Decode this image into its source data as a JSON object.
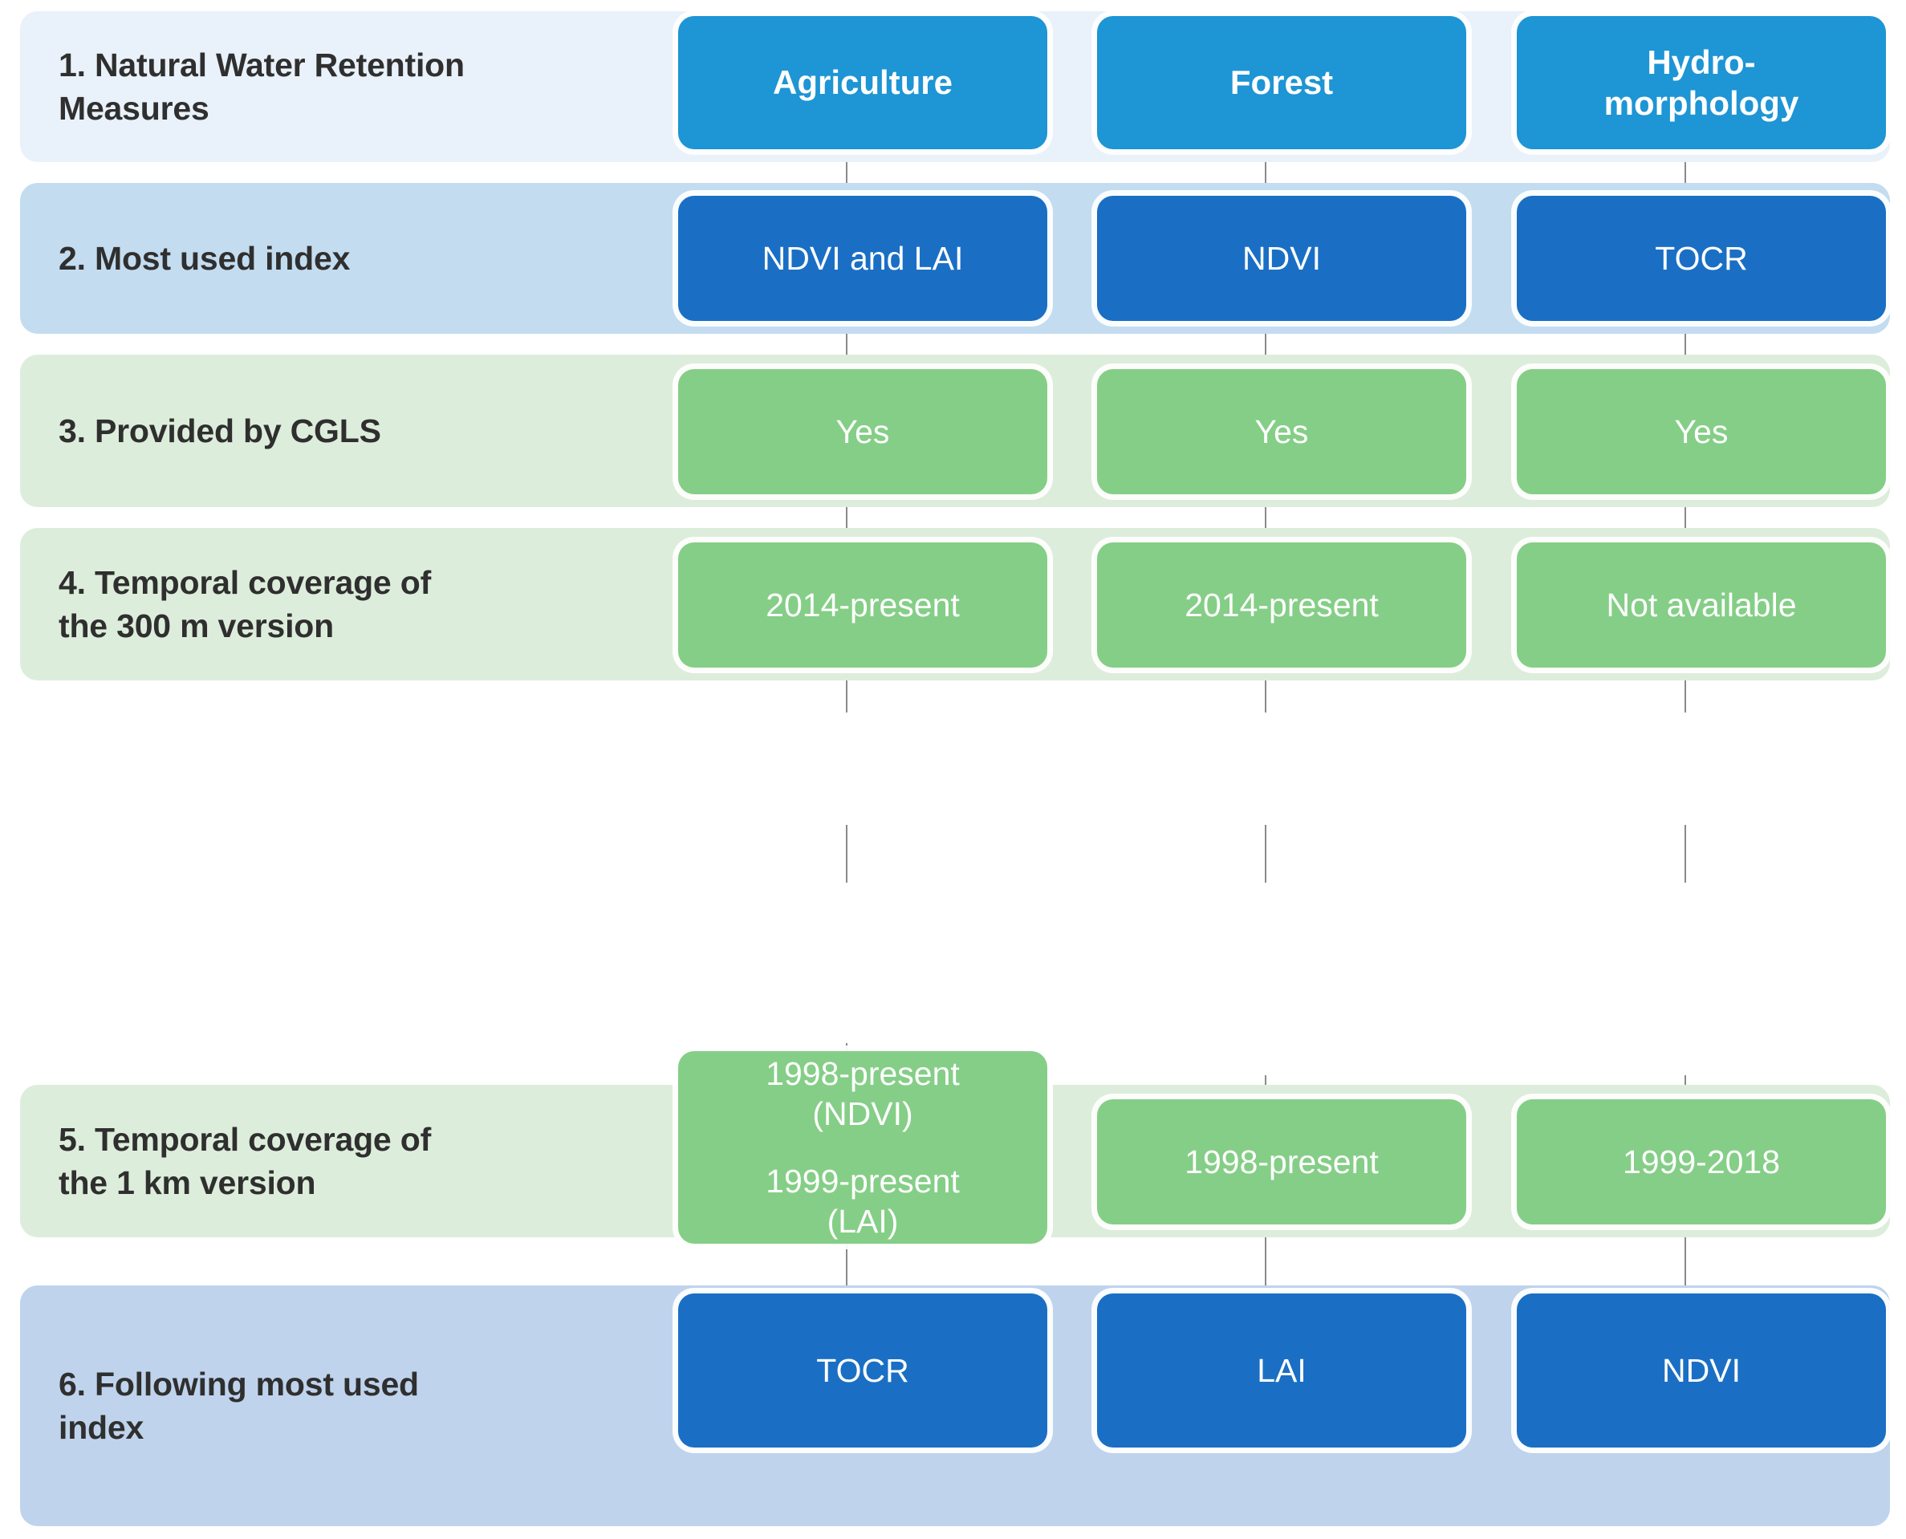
{
  "chart_data": {
    "type": "table",
    "title": "Natural Water Retention Measures — CGLS index overview",
    "columns": [
      "Agriculture",
      "Forest",
      "Hydro-morphology"
    ],
    "rows": [
      {
        "label": "1. Natural Water Retention Measures",
        "values": [
          "Agriculture",
          "Forest",
          "Hydro-morphology"
        ]
      },
      {
        "label": "2. Most used index",
        "values": [
          "NDVI and LAI",
          "NDVI",
          "TOCR"
        ]
      },
      {
        "label": "3. Provided by CGLS",
        "values": [
          "Yes",
          "Yes",
          "Yes"
        ]
      },
      {
        "label": "4. Temporal coverage of the 300 m version",
        "values": [
          "2014-present",
          "2014-present",
          "Not available"
        ]
      },
      {
        "label": "5. Temporal coverage of the 1 km version",
        "values": [
          "1998-present (NDVI) 1999-present (LAI)",
          "1998-present",
          "1999-2018"
        ]
      },
      {
        "label": "6. Following most used index",
        "values": [
          "TOCR",
          "LAI",
          "NDVI"
        ]
      }
    ]
  },
  "colors": {
    "header_box": "#1E95D4",
    "blue_box": "#1A6FC4",
    "green_box": "#85CE87",
    "band_row1": "#E9F1FA",
    "band_row2": "#C3DCF0",
    "band_green": "#DDEDDB",
    "band_row6": "#BFD3EC",
    "label_text": "#2F2F2F",
    "connector_line": "#8A8A8A"
  },
  "rows": {
    "r1": {
      "label_line1": "1. Natural Water Retention",
      "label_line2": "Measures",
      "c1": "Agriculture",
      "c2": "Forest",
      "c3_line1": "Hydro-",
      "c3_line2": "morphology"
    },
    "r2": {
      "label": "2. Most used index",
      "c1": "NDVI and LAI",
      "c2": "NDVI",
      "c3": "TOCR"
    },
    "r3": {
      "label": "3. Provided by CGLS",
      "c1": "Yes",
      "c2": "Yes",
      "c3": "Yes"
    },
    "r4": {
      "label_line1": "4. Temporal coverage of",
      "label_line2": "the 300 m version",
      "c1": "2014-present",
      "c2": "2014-present",
      "c3": "Not available"
    },
    "r5": {
      "label_line1": "5. Temporal coverage of",
      "label_line2": "the 1 km version",
      "c1_a1": "1998-present",
      "c1_a2": "(NDVI)",
      "c1_b1": "1999-present",
      "c1_b2": "(LAI)",
      "c2": "1998-present",
      "c3": "1999-2018"
    },
    "r6": {
      "label_line1": "6. Following most used",
      "label_line2": "index",
      "c1": "TOCR",
      "c2": "LAI",
      "c3": "NDVI"
    }
  }
}
